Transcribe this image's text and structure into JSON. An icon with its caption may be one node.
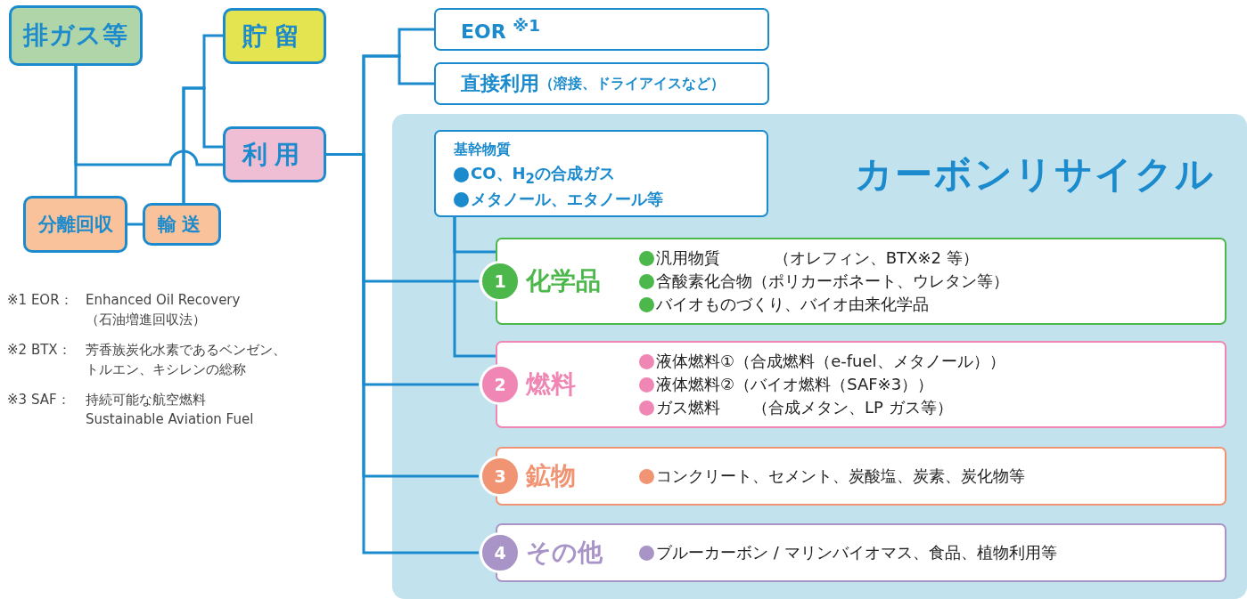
{
  "diagram": {
    "nodes": [
      {
        "text": [
          "排ガス等"
        ]
      },
      {
        "text": [
          "貯留"
        ]
      },
      {
        "text": [
          "利用"
        ]
      },
      {
        "text": [
          "分離回収"
        ]
      },
      {
        "text": [
          "輸送"
        ]
      },
      {
        "text": [
          "EOR $^{※1}$"
        ]
      },
      {
        "text": [
          "直接利用",
          "（溶接、ドライアイスなど）"
        ]
      },
      {
        "text": [
          "カーボンリサイクル"
        ]
      },
      {
        "text": [
          "基幹物質",
          "CO、H$_{2}$の合成ガス",
          "メタノール、エタノール等"
        ],
        "in": 7
      },
      {
        "text": [
          "1",
          "化学品",
          "汎用物質　　　 （オレフィン、BTX※2 等）",
          "含酸素化合物（ポリカーボネート、ウレタン等）",
          "バイオものづくり、バイオ由来化学品"
        ],
        "in": 7
      },
      {
        "text": [
          "2",
          "燃料",
          "液体燃料①（合成燃料（e-fuel、メタノール））",
          "液体燃料②（バイオ燃料（SAF※3））",
          "ガス燃料　　（合成メタン、LP ガス等）"
        ],
        "in": 7
      },
      {
        "text": [
          "3",
          "鉱物",
          "コンクリート、セメント、炭酸塩、炭素、炭化物等"
        ],
        "in": 7
      },
      {
        "text": [
          "4",
          "その他",
          "ブルーカーボン / マリンバイオマス、食品、植物利用等"
        ],
        "in": 7
      }
    ],
    "edges": [
      {
        "from": 0,
        "to": 3,
        "arrow": "none"
      },
      {
        "from": 3,
        "to": 4,
        "arrow": "none"
      },
      {
        "from": 0,
        "to": 2,
        "arrow": "none"
      },
      {
        "from": 4,
        "to": 1,
        "arrow": "none"
      },
      {
        "from": 4,
        "to": 2,
        "arrow": "none"
      },
      {
        "from": 2,
        "to": 5,
        "arrow": "none"
      },
      {
        "from": 2,
        "to": 6,
        "arrow": "none"
      },
      {
        "from": 2,
        "to": 9,
        "arrow": "none"
      },
      {
        "from": 2,
        "to": 10,
        "arrow": "none"
      },
      {
        "from": 2,
        "to": 11,
        "arrow": "none"
      },
      {
        "from": 2,
        "to": 12,
        "arrow": "none"
      },
      {
        "from": 8,
        "to": 9,
        "arrow": "none"
      },
      {
        "from": 8,
        "to": 10,
        "arrow": "none"
      }
    ],
    "labels": [
      "※1 EOR：",
      "Enhanced Oil Recovery （石油増進回収法）",
      "※2 BTX：",
      "芳香族炭化水素であるベンゼン、トルエン、キシレンの総称",
      "※3 SAF：",
      "持続可能な航空燃料 Sustainable Aviation Fuel"
    ]
  }
}
